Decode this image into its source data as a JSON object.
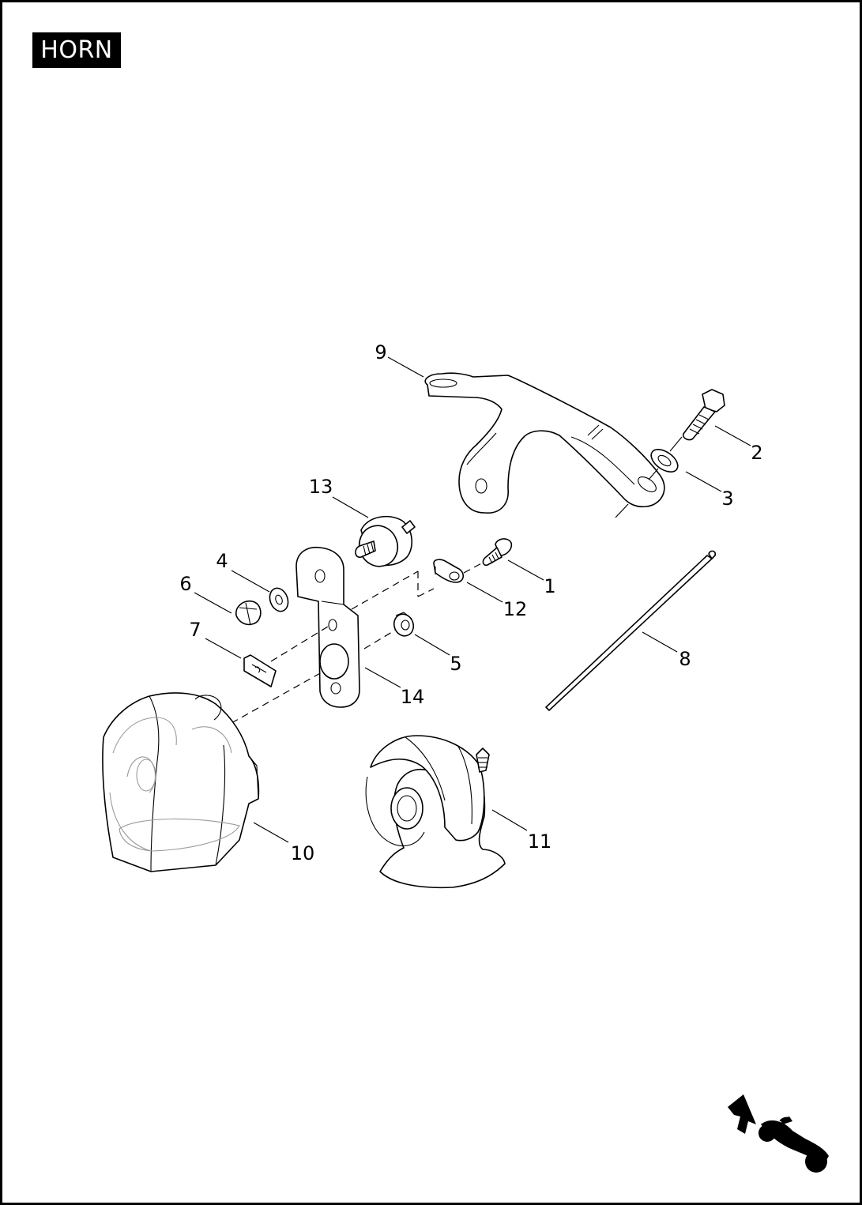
{
  "title": "HORN",
  "callouts": [
    "1",
    "2",
    "3",
    "4",
    "5",
    "6",
    "7",
    "8",
    "9",
    "10",
    "11",
    "12",
    "13",
    "14"
  ],
  "icons": {
    "orientation": "motorcycle-front-arrow-icon"
  }
}
